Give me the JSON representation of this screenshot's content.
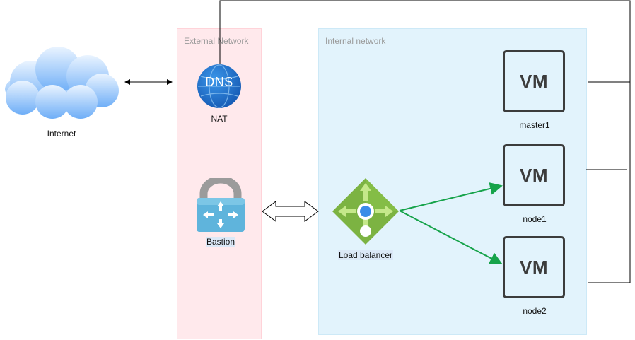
{
  "zones": {
    "external": {
      "title": "External Network"
    },
    "internal": {
      "title": "Internal network"
    }
  },
  "nodes": {
    "internet": {
      "label": "Internet",
      "icon": "cloud-icon"
    },
    "nat": {
      "label": "NAT",
      "icon_text": "DNS",
      "icon": "dns-globe-icon"
    },
    "bastion": {
      "label": "Bastion",
      "icon": "lock-router-icon"
    },
    "load_balancer": {
      "label": "Load balancer",
      "icon": "load-balancer-icon"
    },
    "master1": {
      "label": "master1",
      "icon_text": "VM"
    },
    "node1": {
      "label": "node1",
      "icon_text": "VM"
    },
    "node2": {
      "label": "node2",
      "icon_text": "VM"
    }
  },
  "colors": {
    "external_zone": "#ffe9ec",
    "internal_zone": "#e2f3fc",
    "arrow_green": "#16a34a",
    "vm_border": "#3c3c3c",
    "lb_green": "#6aab27",
    "dns_blue": "#1f6fc7"
  }
}
